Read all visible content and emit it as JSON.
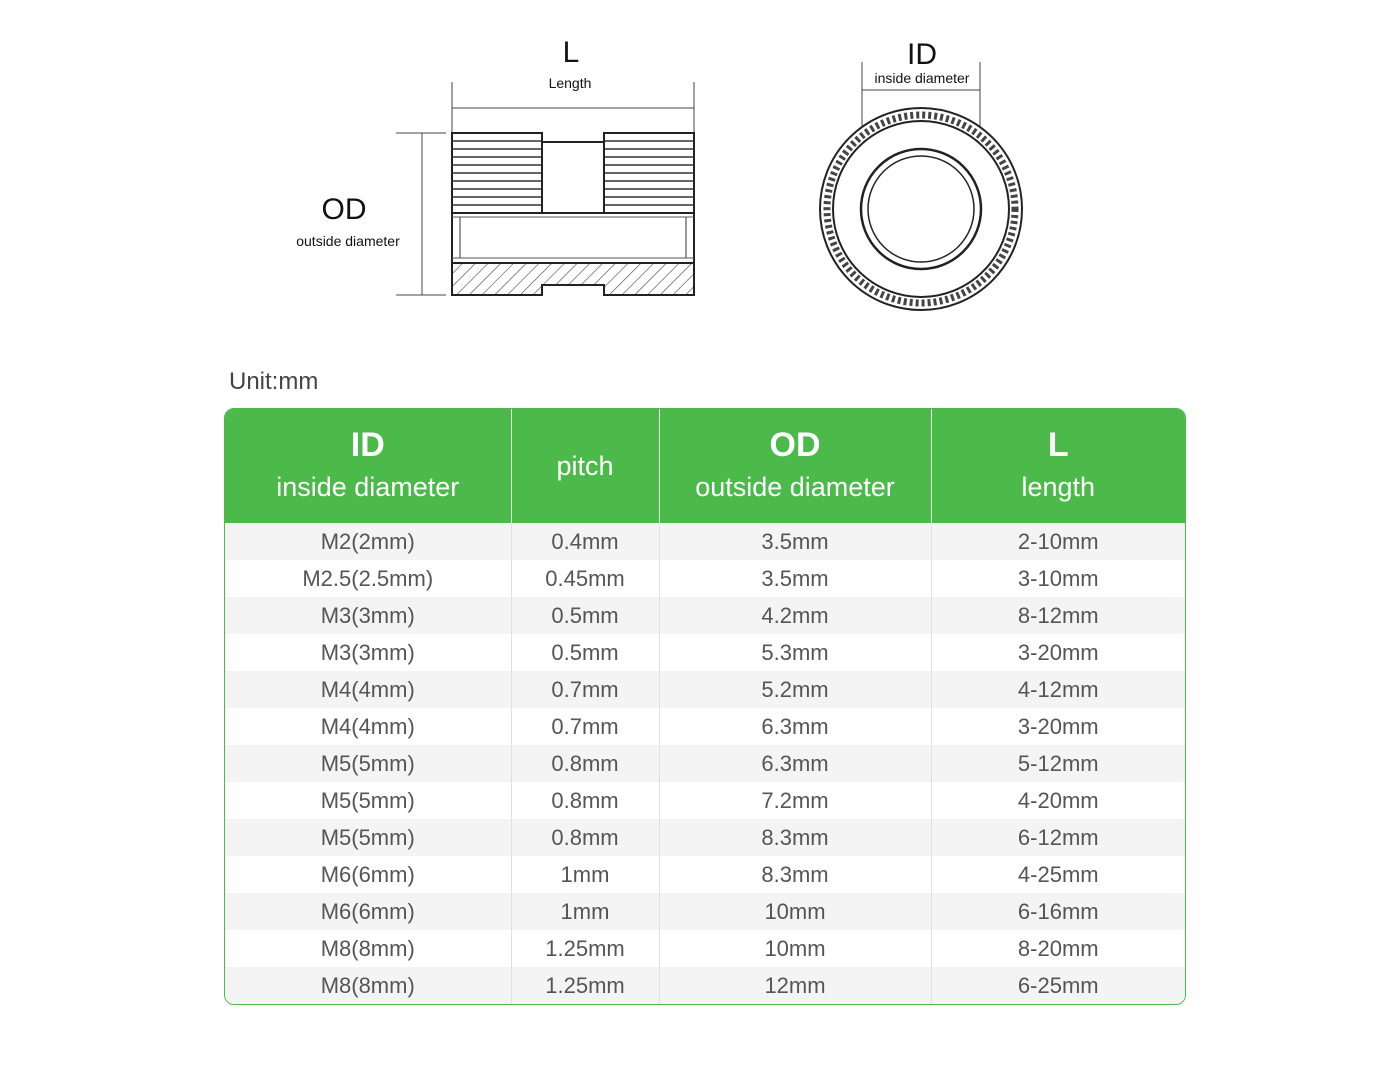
{
  "diagram": {
    "side": {
      "length_symbol": "L",
      "length_label": "Length",
      "od_symbol": "OD",
      "od_label": "outside diameter"
    },
    "end": {
      "id_symbol": "ID",
      "id_label": "inside diameter"
    }
  },
  "unit_text": "Unit:mm",
  "table": {
    "headers": [
      {
        "main": "ID",
        "sub": "inside diameter"
      },
      {
        "main": "",
        "sub": "pitch"
      },
      {
        "main": "OD",
        "sub": "outside diameter"
      },
      {
        "main": "L",
        "sub": "length"
      }
    ],
    "rows": [
      [
        "M2(2mm)",
        "0.4mm",
        "3.5mm",
        "2-10mm"
      ],
      [
        "M2.5(2.5mm)",
        "0.45mm",
        "3.5mm",
        "3-10mm"
      ],
      [
        "M3(3mm)",
        "0.5mm",
        "4.2mm",
        "8-12mm"
      ],
      [
        "M3(3mm)",
        "0.5mm",
        "5.3mm",
        "3-20mm"
      ],
      [
        "M4(4mm)",
        "0.7mm",
        "5.2mm",
        "4-12mm"
      ],
      [
        "M4(4mm)",
        "0.7mm",
        "6.3mm",
        "3-20mm"
      ],
      [
        "M5(5mm)",
        "0.8mm",
        "6.3mm",
        "5-12mm"
      ],
      [
        "M5(5mm)",
        "0.8mm",
        "7.2mm",
        "4-20mm"
      ],
      [
        "M5(5mm)",
        "0.8mm",
        "8.3mm",
        "6-12mm"
      ],
      [
        "M6(6mm)",
        "1mm",
        "8.3mm",
        "4-25mm"
      ],
      [
        "M6(6mm)",
        "1mm",
        "10mm",
        "6-16mm"
      ],
      [
        "M8(8mm)",
        "1.25mm",
        "10mm",
        "8-20mm"
      ],
      [
        "M8(8mm)",
        "1.25mm",
        "12mm",
        "6-25mm"
      ]
    ]
  }
}
